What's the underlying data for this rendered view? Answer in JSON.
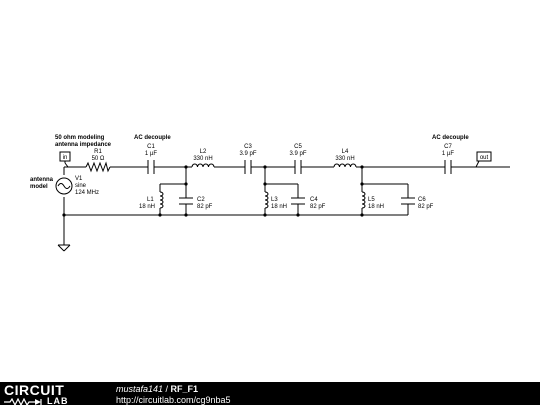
{
  "notes": {
    "impedance": [
      "50 ohm modeling",
      "antenna impedance"
    ],
    "ac_decouple_left": "AC decouple",
    "ac_decouple_right": "AC decouple",
    "antenna_model": [
      "antenna",
      "model"
    ]
  },
  "ports": {
    "in": "in",
    "out": "out"
  },
  "components": {
    "V1": {
      "name": "V1",
      "line1": "sine",
      "line2": "124 MHz"
    },
    "R1": {
      "name": "R1",
      "value": "50 Ω"
    },
    "C1": {
      "name": "C1",
      "value": "1 µF"
    },
    "L2": {
      "name": "L2",
      "value": "330 nH"
    },
    "C3": {
      "name": "C3",
      "value": "3.9 pF"
    },
    "C5": {
      "name": "C5",
      "value": "3.9 pF"
    },
    "L4": {
      "name": "L4",
      "value": "330 nH"
    },
    "C7": {
      "name": "C7",
      "value": "1 µF"
    },
    "L1": {
      "name": "L1",
      "value": "18 nH"
    },
    "C2": {
      "name": "C2",
      "value": "82 pF"
    },
    "L3": {
      "name": "L3",
      "value": "18 nH"
    },
    "C4": {
      "name": "C4",
      "value": "82 pF"
    },
    "L5": {
      "name": "L5",
      "value": "18 nH"
    },
    "C6": {
      "name": "C6",
      "value": "82 pF"
    }
  },
  "footer": {
    "logo_top": "CIRCUIT",
    "logo_bottom": "LAB",
    "user": "mustafa141",
    "separator": " / ",
    "title": "RF_F1",
    "url": "http://circuitlab.com/cg9nba5"
  },
  "colors": {
    "wire": "#000000",
    "footer_bg": "#000000",
    "footer_text": "#ffffff"
  }
}
